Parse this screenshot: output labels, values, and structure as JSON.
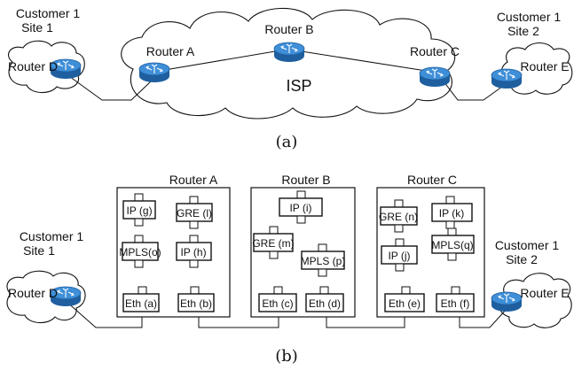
{
  "part_a": {
    "caption": "(a)",
    "isp_label": "ISP",
    "site1_label_1": "Customer 1",
    "site1_label_2": "Site 1",
    "site2_label_1": "Customer 1",
    "site2_label_2": "Site 2",
    "router_d": "Router D",
    "router_a": "Router A",
    "router_b": "Router B",
    "router_c": "Router C",
    "router_e": "Router E"
  },
  "part_b": {
    "caption": "(b)",
    "site1_label_1": "Customer 1",
    "site1_label_2": "Site 1",
    "site2_label_1": "Customer 1",
    "site2_label_2": "Site 2",
    "router_d": "Router D",
    "router_e": "Router E",
    "router_a": {
      "title": "Router A",
      "modules": {
        "ip_g": "IP (g)",
        "gre_l": "GRE (l)",
        "mpls_o": "MPLS(o)",
        "ip_h": "IP (h)",
        "eth_a": "Eth (a)",
        "eth_b": "Eth (b)"
      }
    },
    "router_b": {
      "title": "Router B",
      "modules": {
        "ip_i": "IP (i)",
        "gre_m": "GRE (m)",
        "mpls_p": "MPLS (p)",
        "eth_c": "Eth (c)",
        "eth_d": "Eth (d)"
      }
    },
    "router_c": {
      "title": "Router C",
      "modules": {
        "gre_n": "GRE (n)",
        "ip_k": "IP (k)",
        "ip_j": "IP (j)",
        "mpls_q": "MPLS(q)",
        "eth_e": "Eth (e)",
        "eth_f": "Eth (f)"
      }
    }
  },
  "colors": {
    "router_icon": "#3f8fd8",
    "router_icon_dark": "#1f5f9f",
    "line": "#111111"
  },
  "icons": {
    "router": "router-icon",
    "cloud": "cloud-shape"
  }
}
